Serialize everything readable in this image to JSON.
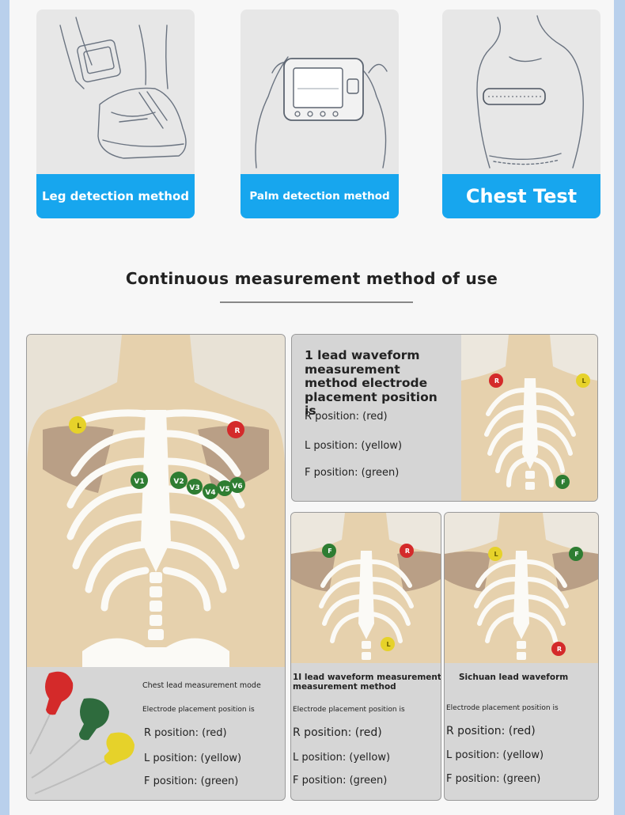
{
  "methods": [
    {
      "label": "Leg detection method"
    },
    {
      "label": "Palm detection method"
    },
    {
      "label": "Chest Test"
    }
  ],
  "section_title": "Continuous measurement method of use",
  "one_lead": {
    "heading": "1 lead waveform measurement method electrode placement position is",
    "r": "R position: (red)",
    "l": "L position: (yellow)",
    "f": "F position: (green)"
  },
  "chest_lead": {
    "heading": "Chest lead measurement mode",
    "sub": "Electrode placement position is",
    "r": "R position: (red)",
    "l": "L position: (yellow)",
    "f": "F position: (green)",
    "markers": [
      "V1",
      "V2",
      "V3",
      "V4",
      "V5",
      "V6"
    ]
  },
  "two_lead": {
    "heading": "1I lead waveform measurement method",
    "heading_cont": "measurement method",
    "sub": "Electrode placement position is",
    "r": "R position: (red)",
    "l": "L position: (yellow)",
    "f": "F position: (green)"
  },
  "sichuan_lead": {
    "heading": "Sichuan lead waveform",
    "sub": "Electrode placement position is",
    "r": "R position: (red)",
    "l": "L position: (yellow)",
    "f": "F position: (green)"
  },
  "electrode_letters": {
    "r": "R",
    "l": "L",
    "f": "F"
  },
  "colors": {
    "accent": "#17a6ee",
    "red": "#d42a2a",
    "yellow": "#e6d22a",
    "green": "#2e7d32",
    "skin": "#e6d1ad",
    "bone": "#fbfaf6"
  }
}
